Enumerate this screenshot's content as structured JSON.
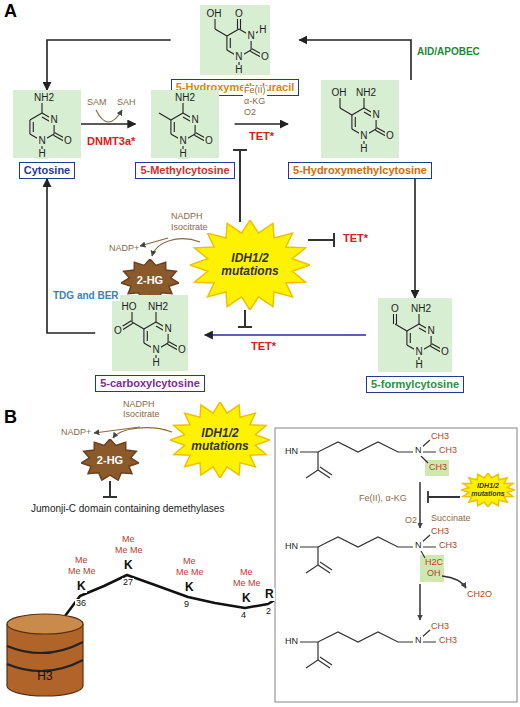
{
  "diagram": {
    "nodes": [
      {
        "text": [
          "5-Hydroxymethyluracil"
        ]
      },
      {
        "text": [
          "Cytosine"
        ]
      },
      {
        "text": [
          "5-Methylcytosine"
        ]
      },
      {
        "text": [
          "5-Hydroxymethylcytosine"
        ]
      },
      {
        "text": [
          "IDH1/2 mutations"
        ]
      },
      {
        "text": [
          "2-HG"
        ]
      },
      {
        "text": [
          "5-carboxylcytosine"
        ]
      },
      {
        "text": [
          "5-formylcytosine"
        ]
      },
      {
        "text": [
          "2-HG"
        ]
      },
      {
        "text": [
          "IDH1/2 mutations"
        ]
      },
      {
        "text": [
          "H3"
        ]
      },
      {
        "text": [
          "IDH1/2 mutations"
        ]
      }
    ],
    "edges": [
      {
        "from": 1,
        "to": 2,
        "arrow": "to"
      },
      {
        "from": 2,
        "to": 3,
        "arrow": "to"
      },
      {
        "from": 3,
        "to": 0,
        "arrow": "to"
      },
      {
        "from": 0,
        "to": 1,
        "arrow": "to"
      },
      {
        "from": 3,
        "to": 7,
        "arrow": "to"
      },
      {
        "from": 7,
        "to": 6,
        "arrow": "to"
      },
      {
        "from": 6,
        "to": 1,
        "arrow": "to"
      }
    ],
    "labels": [
      "A",
      "SAM",
      "SAH",
      "DNMT3a*",
      "Fe(II)",
      "α-KG",
      "O2",
      "TET*",
      "AID/APOBEC",
      "NADPH",
      "Isocitrate",
      "NADP+",
      "TET*",
      "TET*",
      "TDG and BER",
      "B",
      "NADPH",
      "Isocitrate",
      "NADP+",
      "Jumonji-C domain containing demethylases",
      "Me",
      "Me",
      "Me",
      "Me",
      "Me",
      "Me",
      "Me",
      "Me",
      "Me",
      "Me",
      "Me",
      "Me",
      "K",
      "36",
      "K",
      "27",
      "K",
      "9",
      "K",
      "4",
      "R",
      "2",
      "HN",
      "N",
      "CH3",
      "CH3",
      "CH3",
      "Fe(II), α-KG",
      "O2",
      "Succinate",
      "HN",
      "N",
      "CH3",
      "CH3",
      "H2C",
      "OH",
      "CH2O",
      "HN",
      "N",
      "CH3",
      "CH3",
      "OH",
      "O",
      "N",
      "H",
      "N",
      "H",
      "O",
      "NH2",
      "N",
      "N",
      "H",
      "O",
      "NH2",
      "N",
      "N",
      "H",
      "O",
      "OH",
      "NH2",
      "N",
      "N",
      "H",
      "O",
      "HO",
      "O",
      "NH2",
      "N",
      "N",
      "H",
      "O",
      "O",
      "NH2",
      "N",
      "N",
      "H",
      "O"
    ]
  }
}
